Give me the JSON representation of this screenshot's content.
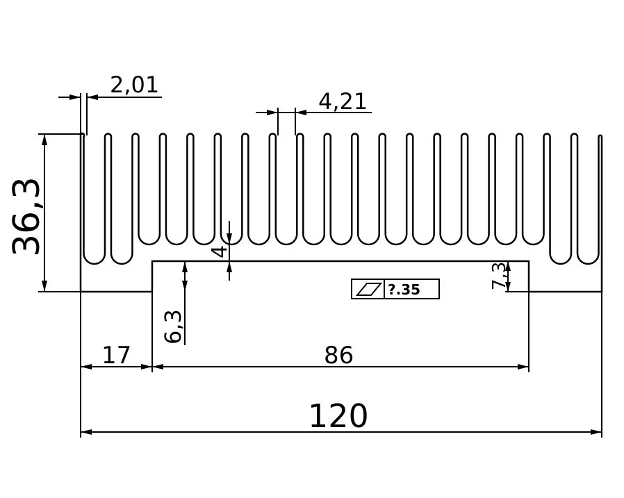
{
  "dimensions": {
    "fin_thickness": "2,01",
    "fin_pitch": "4,21",
    "total_height": "36,3",
    "slot_depth": "4",
    "left_step_height": "6,3",
    "right_step_height": "7,3",
    "left_offset": "17",
    "groove_width": "86",
    "total_width": "120"
  },
  "flatness_tolerance": {
    "symbol": "parallelogram-flatness-icon",
    "value": "?.35"
  }
}
